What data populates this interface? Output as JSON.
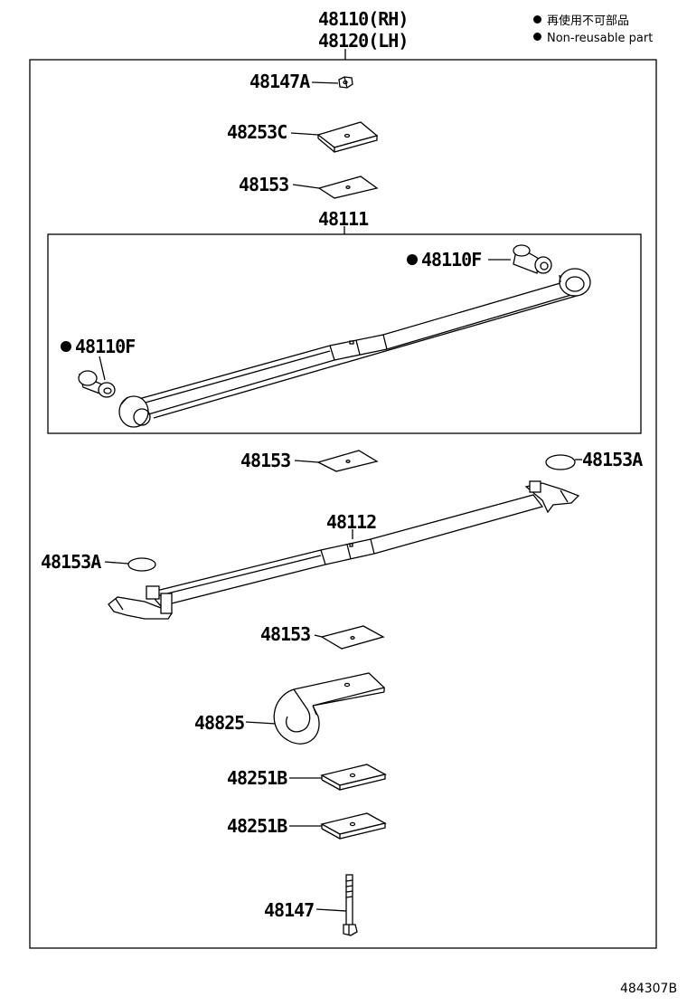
{
  "assembly": {
    "rh": "48110(RH)",
    "lh": "48120(LH)"
  },
  "legend": {
    "jp": "再使用不可部品",
    "en": "Non-reusable part"
  },
  "labels": {
    "nut": "48147A",
    "plate_top": "48253C",
    "liner_1": "48153",
    "main_leaf": "48111",
    "bushing_right": "48110F",
    "bushing_left": "48110F",
    "liner_2": "48153",
    "silencer_right": "48153A",
    "leaf_2": "48112",
    "silencer_left": "48153A",
    "liner_3": "48153",
    "clip": "48825",
    "plate_1": "48251B",
    "plate_2": "48251B",
    "bolt": "48147"
  },
  "figure_code": "484307B"
}
